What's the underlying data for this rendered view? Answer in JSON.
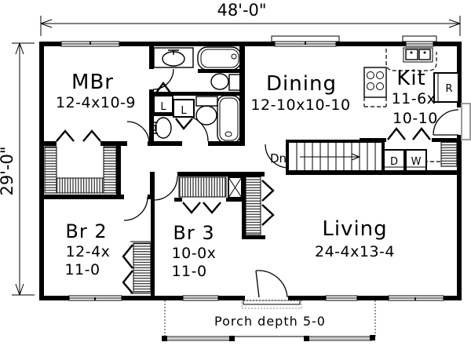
{
  "dimensions": {
    "width": "48'-0\"",
    "height": "29'-0\""
  },
  "rooms": {
    "mbr": {
      "name": "MBr",
      "size": "12-4x10-9"
    },
    "dining": {
      "name": "Dining",
      "size": "12-10x10-10"
    },
    "kit": {
      "name": "Kit",
      "size1": "11-6x",
      "size2": "10-10"
    },
    "br2": {
      "name": "Br 2",
      "size1": "12-4x",
      "size2": "11-0"
    },
    "br3": {
      "name": "Br 3",
      "size1": "10-0x",
      "size2": "11-0"
    },
    "living": {
      "name": "Living",
      "size": "24-4x13-4"
    }
  },
  "labels": {
    "stairs": "Dn",
    "linen1": "L",
    "linen2": "L",
    "dryer": "D",
    "washer": "W",
    "refrigerator": "R",
    "porch": "Porch depth 5-0"
  },
  "colors": {
    "line": "#000000",
    "background": "#ffffff",
    "porch_rail": "#c9c9c9"
  }
}
